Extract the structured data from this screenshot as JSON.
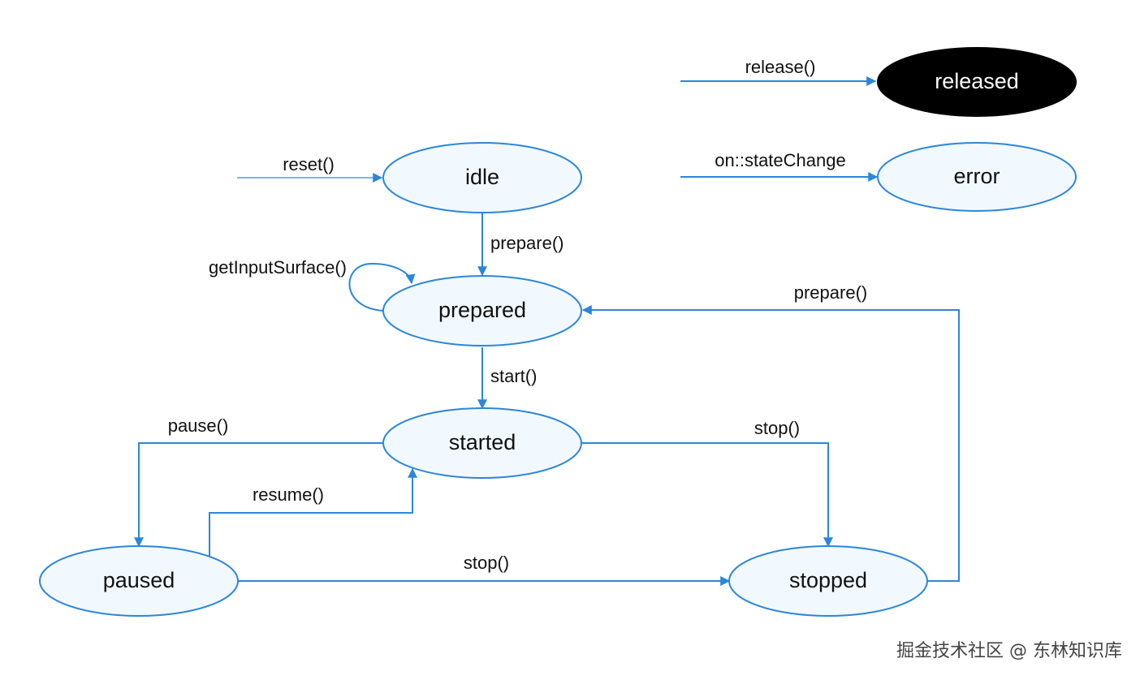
{
  "states": {
    "released": "released",
    "error": "error",
    "idle": "idle",
    "prepared": "prepared",
    "started": "started",
    "paused": "paused",
    "stopped": "stopped"
  },
  "transitions": {
    "release": "release()",
    "state_change": "on::stateChange",
    "reset": "reset()",
    "prepare_from_idle": "prepare()",
    "get_input_surface": "getInputSurface()",
    "prepare_from_stopped": "prepare()",
    "start": "start()",
    "pause": "pause()",
    "resume": "resume()",
    "stop_from_started": "stop()",
    "stop_from_paused": "stop()"
  },
  "watermark": "掘金技术社区 @ 东林知识库",
  "colors": {
    "accent": "#2c86d9",
    "node_fill": "#f1f9ff",
    "released_fill": "#000000"
  }
}
